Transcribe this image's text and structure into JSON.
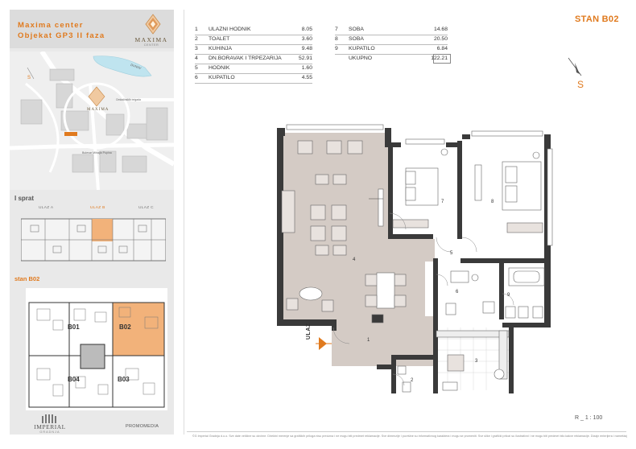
{
  "project": {
    "name_line1": "Maxima center",
    "name_line2": "Objekat GP3 II faza",
    "logo_name": "MAXIMA",
    "logo_sub": "CENTER"
  },
  "map": {
    "badge": "MAXIMA",
    "street_top": "DUNAV",
    "street_mid": "Bulevar Mihajla Pupina",
    "street_right": "Omladinskih brigada",
    "south_marker": "S"
  },
  "floor_selector": {
    "title": "I sprat",
    "entrances": [
      {
        "label": "ULAZ  A",
        "active": false
      },
      {
        "label": "ULAZ  B",
        "active": true
      },
      {
        "label": "ULAZ  C",
        "active": false
      }
    ]
  },
  "unit_plan": {
    "title": "stan B02",
    "units": [
      "B01",
      "B02",
      "B04",
      "B03"
    ]
  },
  "branding": {
    "developer_name": "IMPERIAL",
    "developer_sub": "GRADNJA",
    "agency": "PROMOMEDIA"
  },
  "apartment": {
    "title": "STAN B02",
    "compass_label": "S",
    "entrance_label": "ULAZ",
    "scale": "R _ 1 : 100",
    "total_label": "UKUPNO",
    "total_area": "122.21",
    "rooms_left": [
      {
        "num": "1",
        "name": "ULAZNI HODNIK",
        "area": "8.05"
      },
      {
        "num": "2",
        "name": "TOALET",
        "area": "3.60"
      },
      {
        "num": "3",
        "name": "KUHINJA",
        "area": "9.48"
      },
      {
        "num": "4",
        "name": "DN.BORAVAK I TRPEZARIJA",
        "area": "52.91"
      },
      {
        "num": "5",
        "name": "HODNIK",
        "area": "1.60"
      },
      {
        "num": "6",
        "name": "KUPATILO",
        "area": "4.55"
      }
    ],
    "rooms_right": [
      {
        "num": "7",
        "name": "SOBA",
        "area": "14.68"
      },
      {
        "num": "8",
        "name": "SOBA",
        "area": "20.50"
      },
      {
        "num": "9",
        "name": "KUPATILO",
        "area": "6.84"
      }
    ],
    "plan_labels": [
      "1",
      "2",
      "3",
      "4",
      "5",
      "6",
      "7",
      "8",
      "9"
    ]
  },
  "footer": "©G Imperial Gradnja d.o.o.  Sve date veličine su okvirne. Direktni merenje sa grafičkih priloga nisu precizna i ne mogu biti predmet reklamacije. Sve dimenzije i površine su informativnog karaktera i mogu se promeniti. Sve slike i grafički prilozi su ilustrativni i ne mogu biti predmet bilo kakve reklamacije. Dizajn enterijera i nameštaj nisu deo ponude.",
  "colors": {
    "accent": "#e07a1e",
    "floor": "#d4cbc5",
    "wall": "#3a3a3a",
    "panel": "#e9e9e9"
  }
}
